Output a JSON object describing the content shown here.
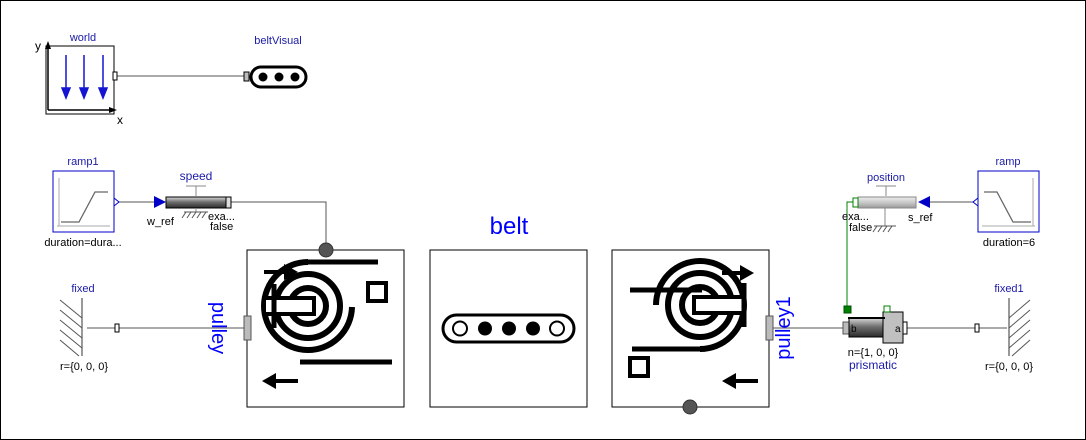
{
  "diagram": {
    "world": {
      "name": "world",
      "axis_y": "y",
      "axis_x": "x"
    },
    "beltVisual": {
      "name": "beltVisual"
    },
    "ramp1": {
      "name": "ramp1",
      "param": "duration=dura..."
    },
    "speed": {
      "name": "speed",
      "input": "w_ref",
      "flag1": "exa...",
      "flag2": "false"
    },
    "belt": {
      "name": "belt"
    },
    "position": {
      "name": "position",
      "input": "s_ref",
      "flag1": "exa...",
      "flag2": "false"
    },
    "ramp": {
      "name": "ramp",
      "param": "duration=6"
    },
    "fixed": {
      "name": "fixed",
      "param": "r={0, 0, 0}"
    },
    "pulley": {
      "name": "pulley"
    },
    "pulley1": {
      "name": "pulley1"
    },
    "prismatic": {
      "name": "prismatic",
      "param": "n={1, 0, 0}",
      "port_b": "b",
      "port_a": "a"
    },
    "fixed1": {
      "name": "fixed1",
      "param": "r={0, 0, 0}"
    }
  },
  "colors": {
    "label_blue": "#0000ff",
    "label_text": "#1a1aa6",
    "connection": "#555555",
    "frame": "#000000",
    "arrow_blue": "#1414d2",
    "signal_green": "#008000"
  }
}
